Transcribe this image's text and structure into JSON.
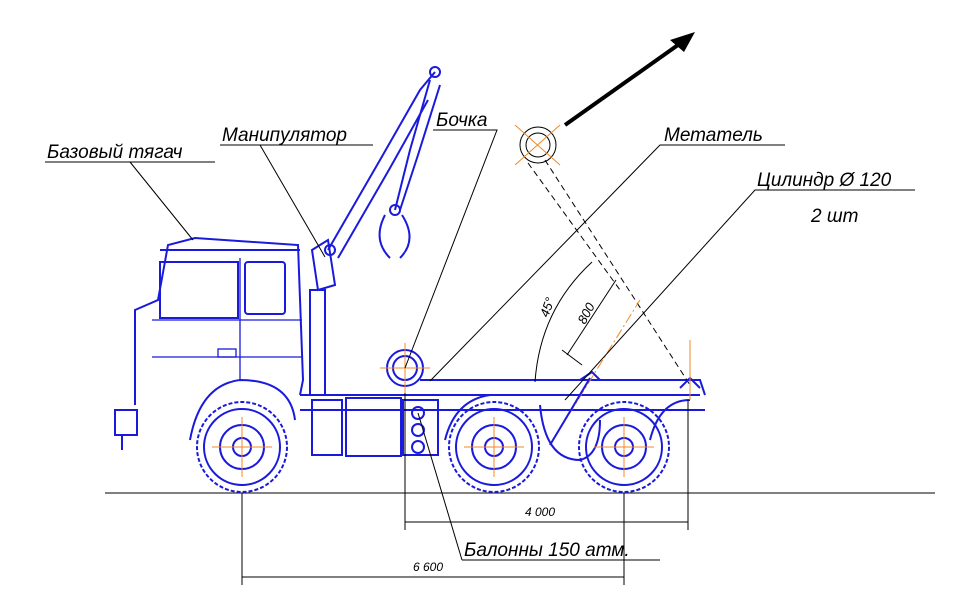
{
  "labels": {
    "base_tractor": "Базовый тягач",
    "manipulator": "Манипулятор",
    "barrel": "Бочка",
    "launcher": "Метатель",
    "cylinder": "Цилиндр Ø 120",
    "cylinder_qty": "2 шт",
    "cylinders_bottles": "Балонны 150 атм."
  },
  "dimensions": {
    "angle": "45°",
    "arm_length": "800",
    "rear_span": "4 000",
    "wheelbase": "6 600"
  },
  "colors": {
    "drawing": "#1a1adc",
    "centerlines": "#f08a2a",
    "annotations": "#000000"
  }
}
